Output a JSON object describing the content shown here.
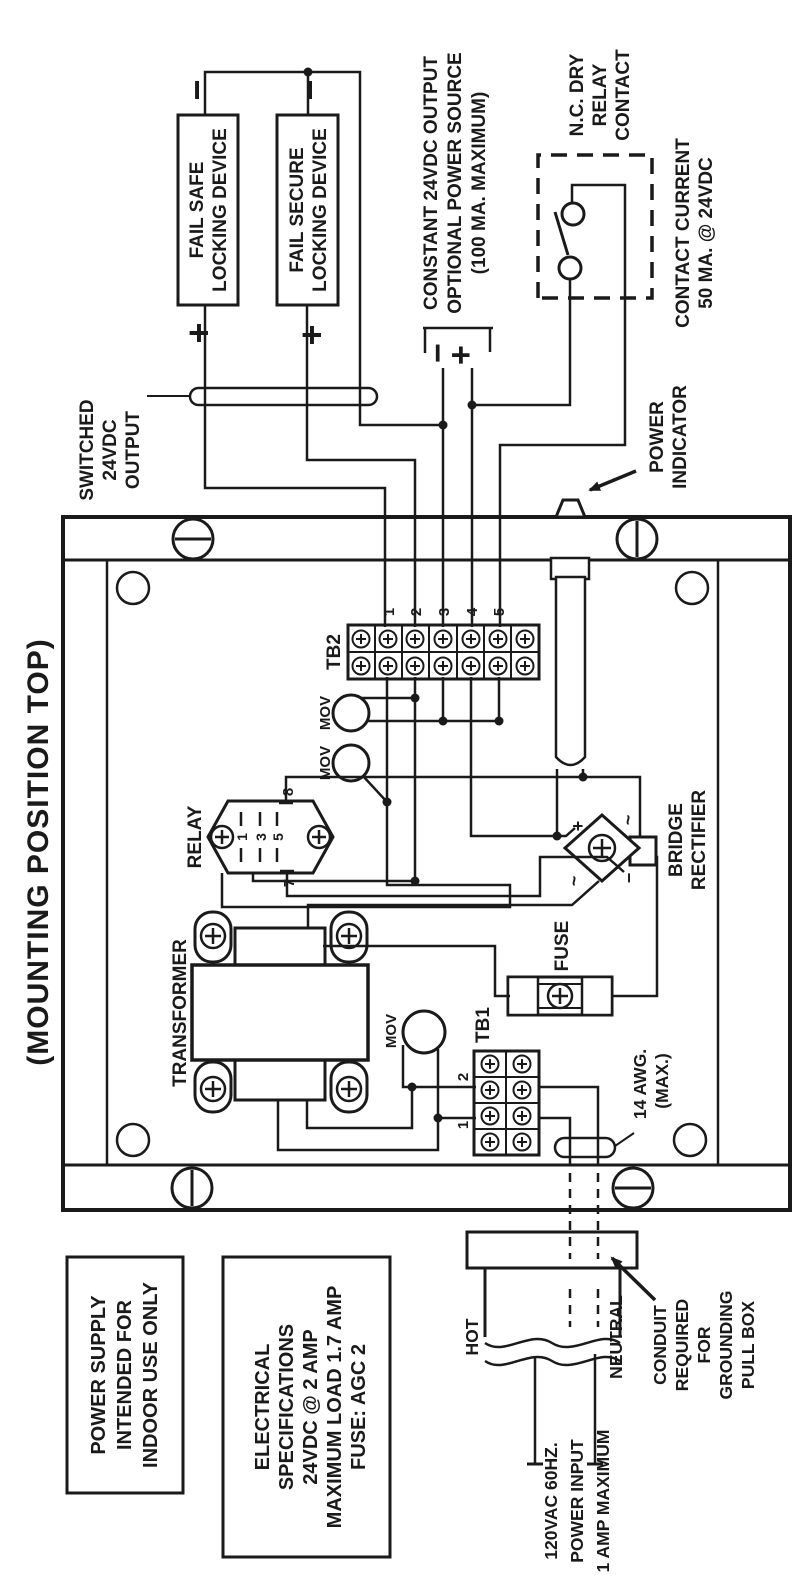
{
  "title": "(MOUNTING POSITION TOP)",
  "notes": {
    "indoor": {
      "lines": [
        "POWER SUPPLY",
        "INTENDED FOR",
        "INDOOR USE ONLY"
      ]
    },
    "electrical": {
      "lines": [
        "ELECTRICAL",
        "SPECIFICATIONS",
        "24VDC @ 2 AMP",
        "MAXIMUM LOAD 1.7 AMP",
        "FUSE:  AGC 2"
      ]
    }
  },
  "labels": {
    "switched": {
      "lines": [
        "SWITCHED",
        "24VDC",
        "OUTPUT"
      ]
    },
    "constant": {
      "lines": [
        "CONSTANT 24VDC OUTPUT",
        "OPTIONAL POWER SOURCE",
        "(100 MA. MAXIMUM)"
      ]
    },
    "nc_contact": {
      "lines": [
        "N.C. DRY",
        "RELAY",
        "CONTACT"
      ]
    },
    "contact_current": {
      "lines": [
        "CONTACT CURRENT",
        "50 MA. @ 24VDC"
      ]
    },
    "power_indicator": {
      "lines": [
        "POWER",
        "INDICATOR"
      ]
    },
    "conduit": {
      "lines": [
        "CONDUIT",
        "REQUIRED",
        "FOR",
        "GROUNDING",
        "PULL BOX"
      ]
    },
    "power_input": {
      "lines": [
        "120VAC 60HZ.",
        "POWER INPUT",
        "1 AMP MAXIMUM"
      ]
    },
    "awg": {
      "lines": [
        "14 AWG.",
        "(MAX.)"
      ]
    },
    "fail_safe": {
      "lines": [
        "FAIL SAFE",
        "LOCKING DEVICE"
      ]
    },
    "fail_secure": {
      "lines": [
        "FAIL SECURE",
        "LOCKING DEVICE"
      ]
    },
    "bridge": {
      "lines": [
        "BRIDGE",
        "RECTIFIER"
      ]
    },
    "hot": "HOT",
    "neutral": "NEUTRAL",
    "transformer": "TRANSFORMER",
    "relay": "RELAY",
    "fuse": "FUSE",
    "mov": "MOV",
    "tb1": "TB1",
    "tb2": "TB2"
  },
  "terminals": {
    "tb2": [
      "1",
      "2",
      "3",
      "4",
      "5"
    ],
    "tb1": [
      "1",
      "2"
    ],
    "relay_pins": [
      "1",
      "3",
      "5",
      "7",
      "8"
    ]
  },
  "symbols": {
    "plus": "+",
    "minus": "−",
    "ac": "~"
  },
  "colors": {
    "ink": "#1a1a1a",
    "paper": "#ffffff"
  }
}
